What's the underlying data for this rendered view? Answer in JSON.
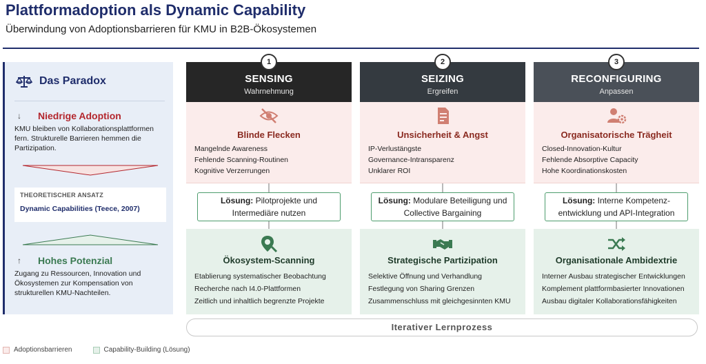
{
  "title": "Plattformadoption als Dynamic Capability",
  "subtitle": "Überwindung von Adoptionsbarrieren für KMU in B2B-Ökosystemen",
  "paradox": {
    "heading": "Das Paradox",
    "low_arrow": "↓",
    "low_title": "Niedrige Adoption",
    "low_text": "KMU bleiben von Kollaborationsplattformen fern. Strukturelle Barrieren hemmen die Partizipation.",
    "theory_label": "THEORETISCHER ANSATZ",
    "theory_value": "Dynamic Capabilities (Teece, 2007)",
    "high_arrow": "↑",
    "high_title": "Hohes Potenzial",
    "high_text": "Zugang zu Ressourcen, Innovation und Ökosystemen zur Kompensation von strukturellen KMU-Nachteilen."
  },
  "columns": [
    {
      "num": "1",
      "name": "SENSING",
      "sub": "Wahrnehmung",
      "header_color": "#262626",
      "barrier_icon": "eye-slash-icon",
      "barrier_title": "Blinde Flecken",
      "barriers": [
        "Mangelnde Awareness",
        "Fehlende Scanning-Routinen",
        "Kognitive Verzerrungen"
      ],
      "solution_label": "Lösung:",
      "solution_line1": " Pilotprojekte und",
      "solution_line2": "Intermediäre nutzen",
      "cap_icon": "map-search-icon",
      "cap_title": "Ökosystem-Scanning",
      "caps": [
        "Etablierung systematischer Beobachtung",
        "Recherche nach I4.0-Plattformen",
        "Zeitlich und inhaltlich begrenzte Projekte"
      ]
    },
    {
      "num": "2",
      "name": "SEIZING",
      "sub": "Ergreifen",
      "header_color": "#343a40",
      "barrier_icon": "document-warning-icon",
      "barrier_title": "Unsicherheit & Angst",
      "barriers": [
        "IP-Verlustängste",
        "Governance-Intransparenz",
        "Unklarer ROI"
      ],
      "solution_label": "Lösung:",
      "solution_line1": " Modulare Beteiligung und",
      "solution_line2": "Collective Bargaining",
      "cap_icon": "handshake-icon",
      "cap_title": "Strategische Partizipation",
      "caps": [
        "Selektive Öffnung und Verhandlung",
        "Festlegung von Sharing Grenzen",
        "Zusammenschluss mit gleichgesinnten KMU"
      ]
    },
    {
      "num": "3",
      "name": "RECONFIGURING",
      "sub": "Anpassen",
      "header_color": "#4a5058",
      "barrier_icon": "user-gear-icon",
      "barrier_title": "Organisatorische Trägheit",
      "barriers": [
        "Closed-Innovation-Kultur",
        "Fehlende Absorptive Capacity",
        "Hohe Koordinationskosten"
      ],
      "solution_label": "Lösung:",
      "solution_line1": " Interne Kompetenz-",
      "solution_line2": "entwicklung und API-Integration",
      "cap_icon": "shuffle-icon",
      "cap_title": "Organisationale Ambidextrie",
      "caps": [
        "Interner Ausbau strategischer Entwicklungen",
        "Komplement plattformbasierter Innovationen",
        "Ausbau digitaler Kollaborationsfähigkeiten"
      ]
    }
  ],
  "iterative": "Iterativer Lernprozess",
  "legend": {
    "barriers": "Adoptionsbarrieren",
    "capability": "Capability-Building (Lösung)",
    "barrier_color": "#fbeceb",
    "capability_color": "#e6f1ea"
  }
}
